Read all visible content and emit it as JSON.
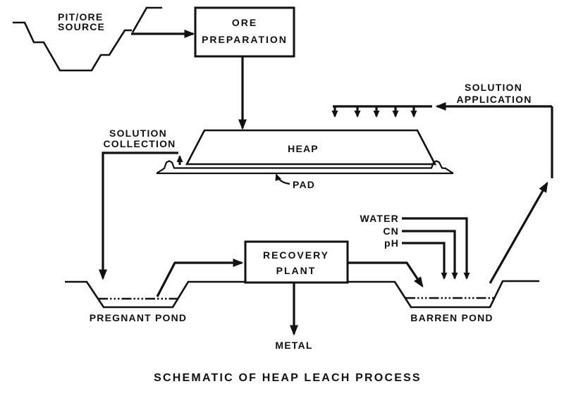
{
  "title": "SCHEMATIC OF HEAP LEACH PROCESS",
  "nodes": {
    "pit": {
      "line1": "PIT/ORE",
      "line2": "SOURCE"
    },
    "ore_preparation": {
      "line1": "ORE",
      "line2": "PREPARATION"
    },
    "heap": {
      "label": "HEAP"
    },
    "pad": {
      "label": "PAD"
    },
    "recovery_plant": {
      "line1": "RECOVERY",
      "line2": "PLANT"
    },
    "pregnant_pond": {
      "label": "PREGNANT POND"
    },
    "barren_pond": {
      "label": "BARREN POND"
    },
    "metal": {
      "label": "METAL"
    }
  },
  "flows": {
    "solution_application": {
      "line1": "SOLUTION",
      "line2": "APPLICATION"
    },
    "solution_collection": {
      "line1": "SOLUTION",
      "line2": "COLLECTION"
    },
    "inputs": {
      "water": "WATER",
      "cn": "CN",
      "ph": "pH"
    }
  },
  "colors": {
    "ink": "#111111",
    "background": "#ffffff"
  }
}
